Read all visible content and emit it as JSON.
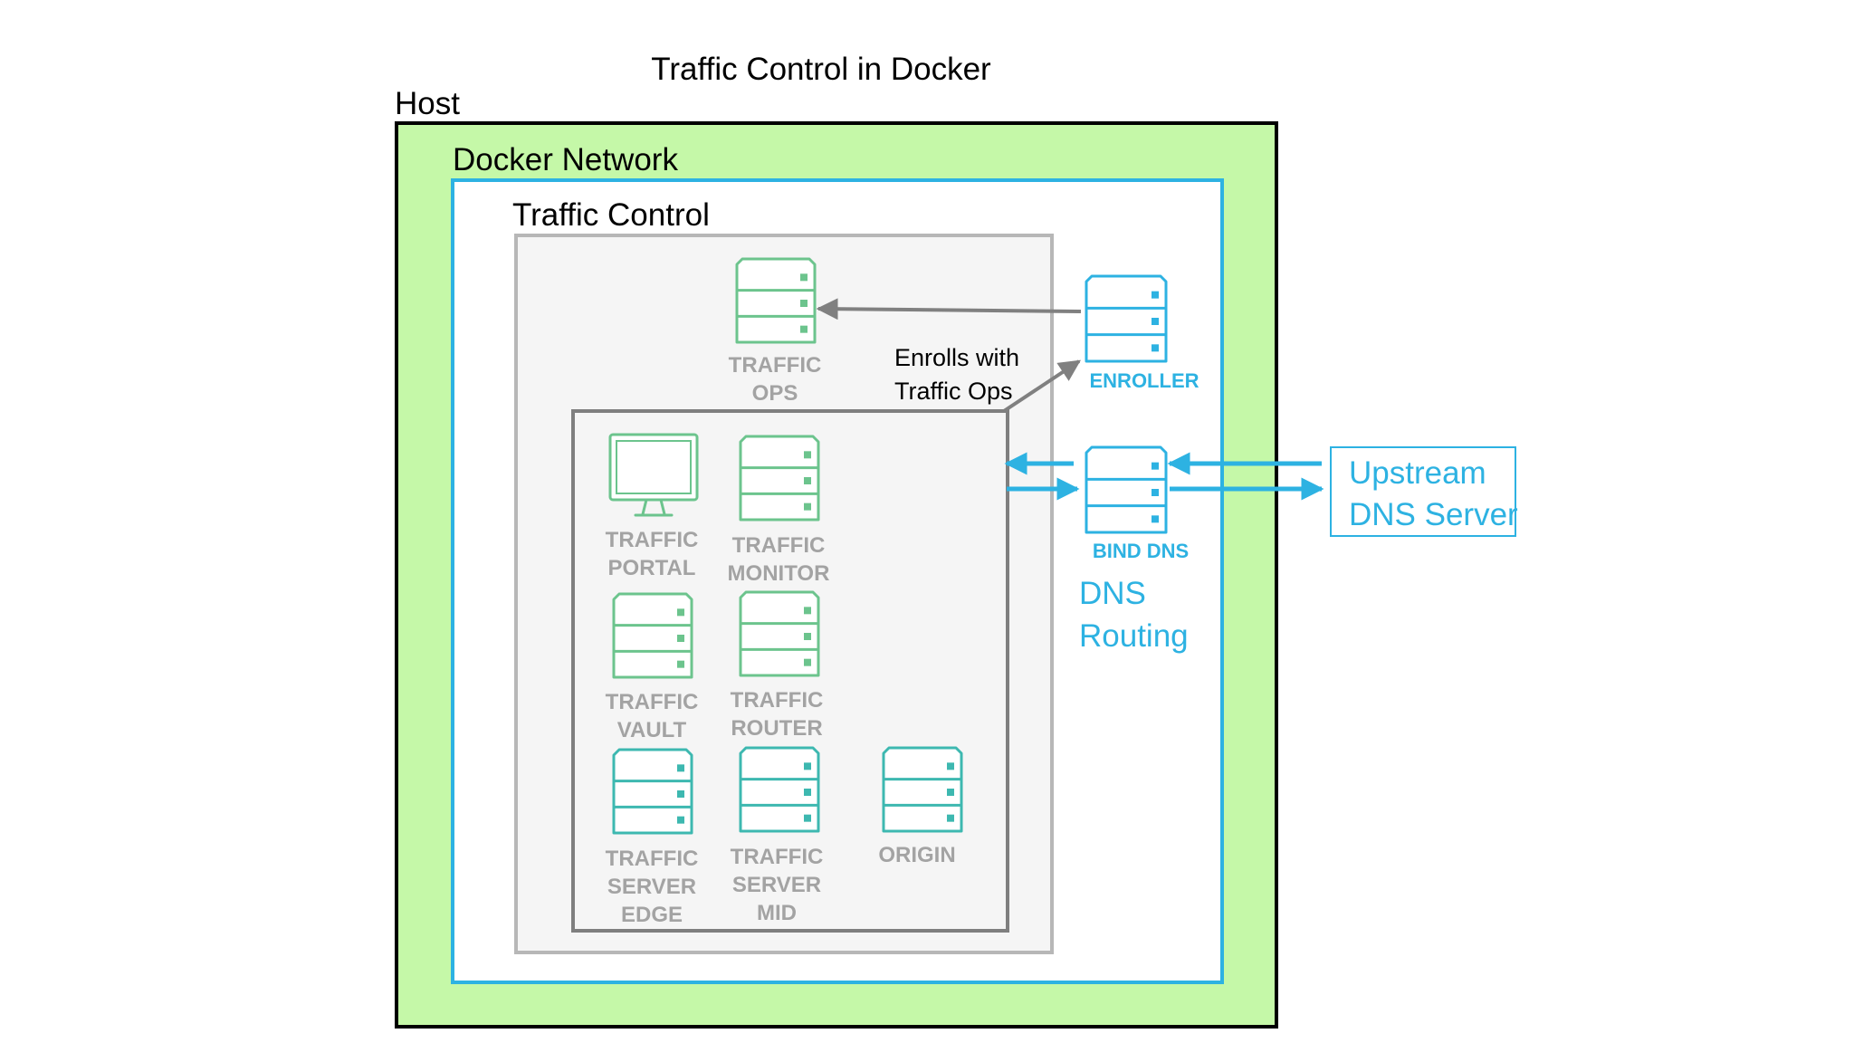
{
  "title": "Traffic Control in Docker",
  "containers": {
    "host": "Host",
    "docker_network": "Docker Network",
    "traffic_control": "Traffic Control"
  },
  "components": {
    "traffic_ops": [
      "TRAFFIC",
      "OPS"
    ],
    "traffic_portal": [
      "TRAFFIC",
      "PORTAL"
    ],
    "traffic_monitor": [
      "TRAFFIC",
      "MONITOR"
    ],
    "traffic_vault": [
      "TRAFFIC",
      "VAULT"
    ],
    "traffic_router": [
      "TRAFFIC",
      "ROUTER"
    ],
    "traffic_server_edge": [
      "TRAFFIC",
      "SERVER",
      "EDGE"
    ],
    "traffic_server_mid": [
      "TRAFFIC",
      "SERVER",
      "MID"
    ],
    "origin": [
      "ORIGIN"
    ],
    "enroller": [
      "ENROLLER"
    ],
    "bind_dns": [
      "BIND DNS"
    ]
  },
  "annotations": {
    "enrolls": [
      "Enrolls with",
      "Traffic Ops"
    ],
    "dns_routing": [
      "DNS",
      "Routing"
    ],
    "upstream": [
      "Upstream",
      "DNS Server"
    ]
  },
  "colors": {
    "host_fill": "#c5f8a8",
    "network_border": "#2db2e2",
    "traffic_control_fill": "#f5f5f5",
    "traffic_control_border": "#b7b7b7",
    "component_green": "#6cc48d",
    "component_teal": "#3db8b0",
    "component_blue": "#2db2e2",
    "arrow_gray": "#808080",
    "label_gray": "#a3a3a3"
  },
  "icons": {
    "server": "server-stack-icon",
    "monitor": "desktop-monitor-icon"
  }
}
